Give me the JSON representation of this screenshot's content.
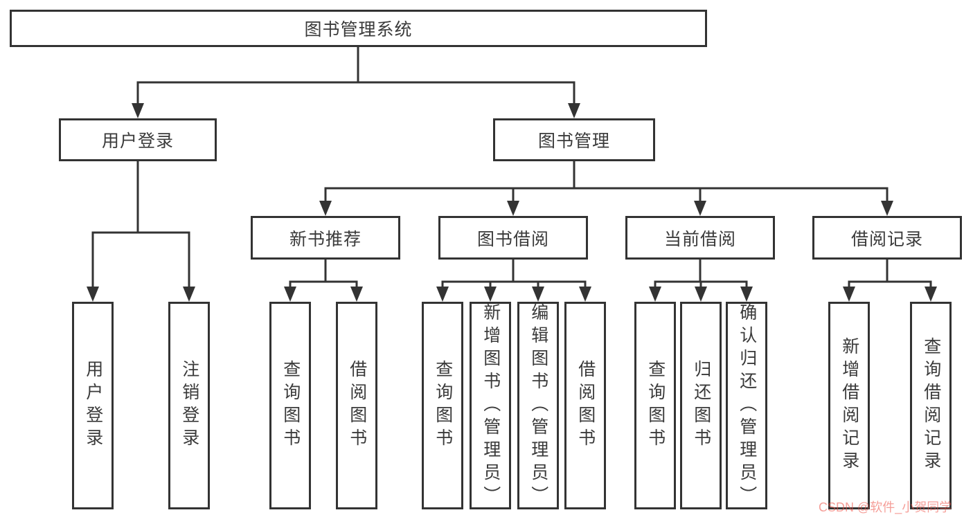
{
  "diagram": {
    "root": {
      "label": "图书管理系统"
    },
    "branches": [
      {
        "label": "用户登录",
        "children": [
          {
            "label": "用户登录"
          },
          {
            "label": "注销登录"
          }
        ]
      },
      {
        "label": "图书管理",
        "children": [
          {
            "label": "新书推荐",
            "children": [
              {
                "label": "查询图书"
              },
              {
                "label": "借阅图书"
              }
            ]
          },
          {
            "label": "图书借阅",
            "children": [
              {
                "label": "查询图书"
              },
              {
                "label": "新增图书（管理员）"
              },
              {
                "label": "编辑图书（管理员）"
              },
              {
                "label": "借阅图书"
              }
            ]
          },
          {
            "label": "当前借阅",
            "children": [
              {
                "label": "查询图书"
              },
              {
                "label": "归还图书"
              },
              {
                "label": "确认归还（管理员）"
              }
            ]
          },
          {
            "label": "借阅记录",
            "children": [
              {
                "label": "新增借阅记录"
              },
              {
                "label": "查询借阅记录"
              }
            ]
          }
        ]
      }
    ]
  },
  "watermark": {
    "text": "CSDN @软件_小贺同学",
    "color": "#EC9E97"
  },
  "colors": {
    "line": "#333333",
    "box_border": "#333333",
    "text": "#3A3A3A",
    "background": "#FFFFFF"
  }
}
